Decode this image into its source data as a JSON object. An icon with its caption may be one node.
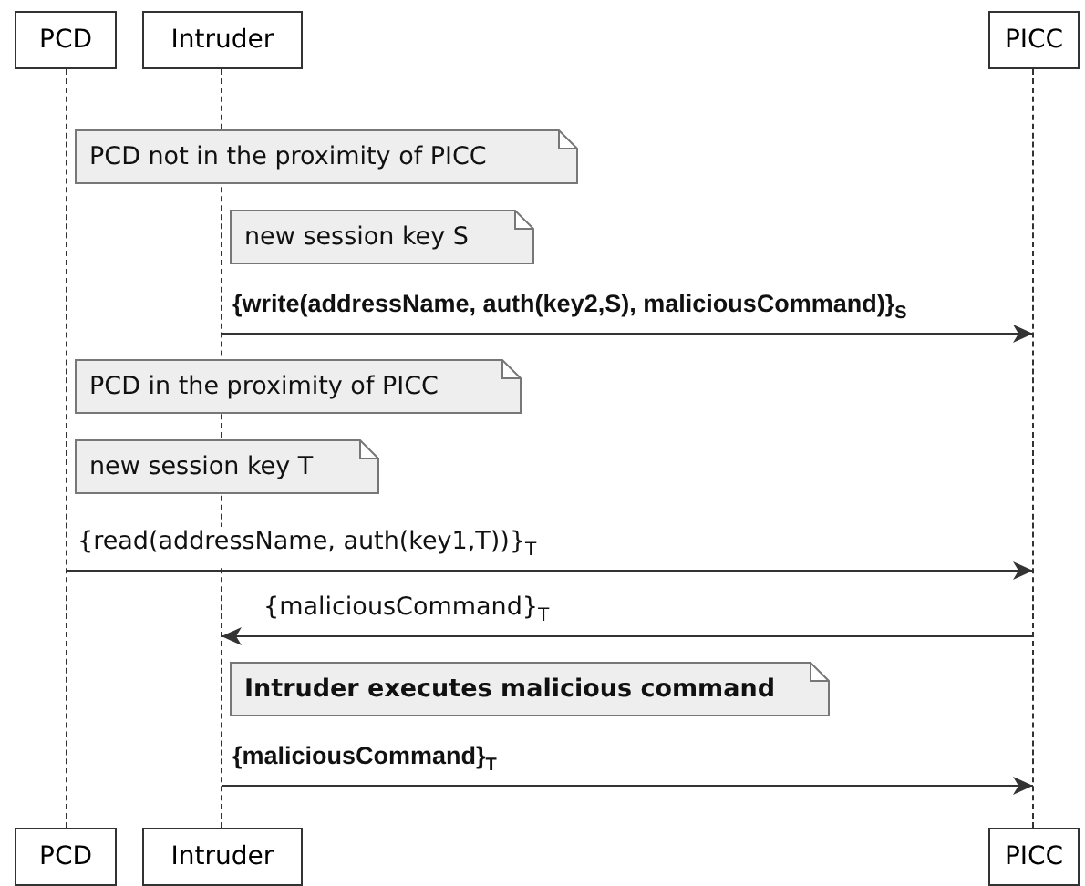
{
  "diagram": {
    "nodes": [
      {
        "text": [
          "PCD"
        ]
      },
      {
        "text": [
          "Intruder"
        ]
      },
      {
        "text": [
          "PICC"
        ]
      },
      {
        "text": [],
        "shape": "line"
      },
      {
        "text": [],
        "shape": "line"
      },
      {
        "text": [],
        "shape": "line"
      },
      {
        "text": [
          "PCD not in the proximity of PICC"
        ]
      },
      {
        "text": [
          "new session key S"
        ]
      },
      {
        "text": [
          "PCD in the proximity of PICC"
        ]
      },
      {
        "text": [
          "new session key T"
        ]
      },
      {
        "text": [
          "Intruder executes malicious command"
        ]
      },
      {
        "text": [
          "PCD"
        ]
      },
      {
        "text": [
          "Intruder"
        ]
      },
      {
        "text": [
          "PICC"
        ]
      }
    ],
    "edges": [
      {
        "from": 4,
        "to": 5,
        "arrow": "to",
        "label": "{write(addressName, auth(key2,S), maliciousCommand)}$_{S}$"
      },
      {
        "from": 3,
        "to": 5,
        "arrow": "to",
        "label": "{read(addressName, auth(key1,T))}$_{T}$"
      },
      {
        "from": 5,
        "to": 4,
        "arrow": "to",
        "label": "{maliciousCommand}$_{T}$"
      },
      {
        "from": 4,
        "to": 5,
        "arrow": "to",
        "label": "{maliciousCommand}$_{T}$"
      }
    ]
  }
}
